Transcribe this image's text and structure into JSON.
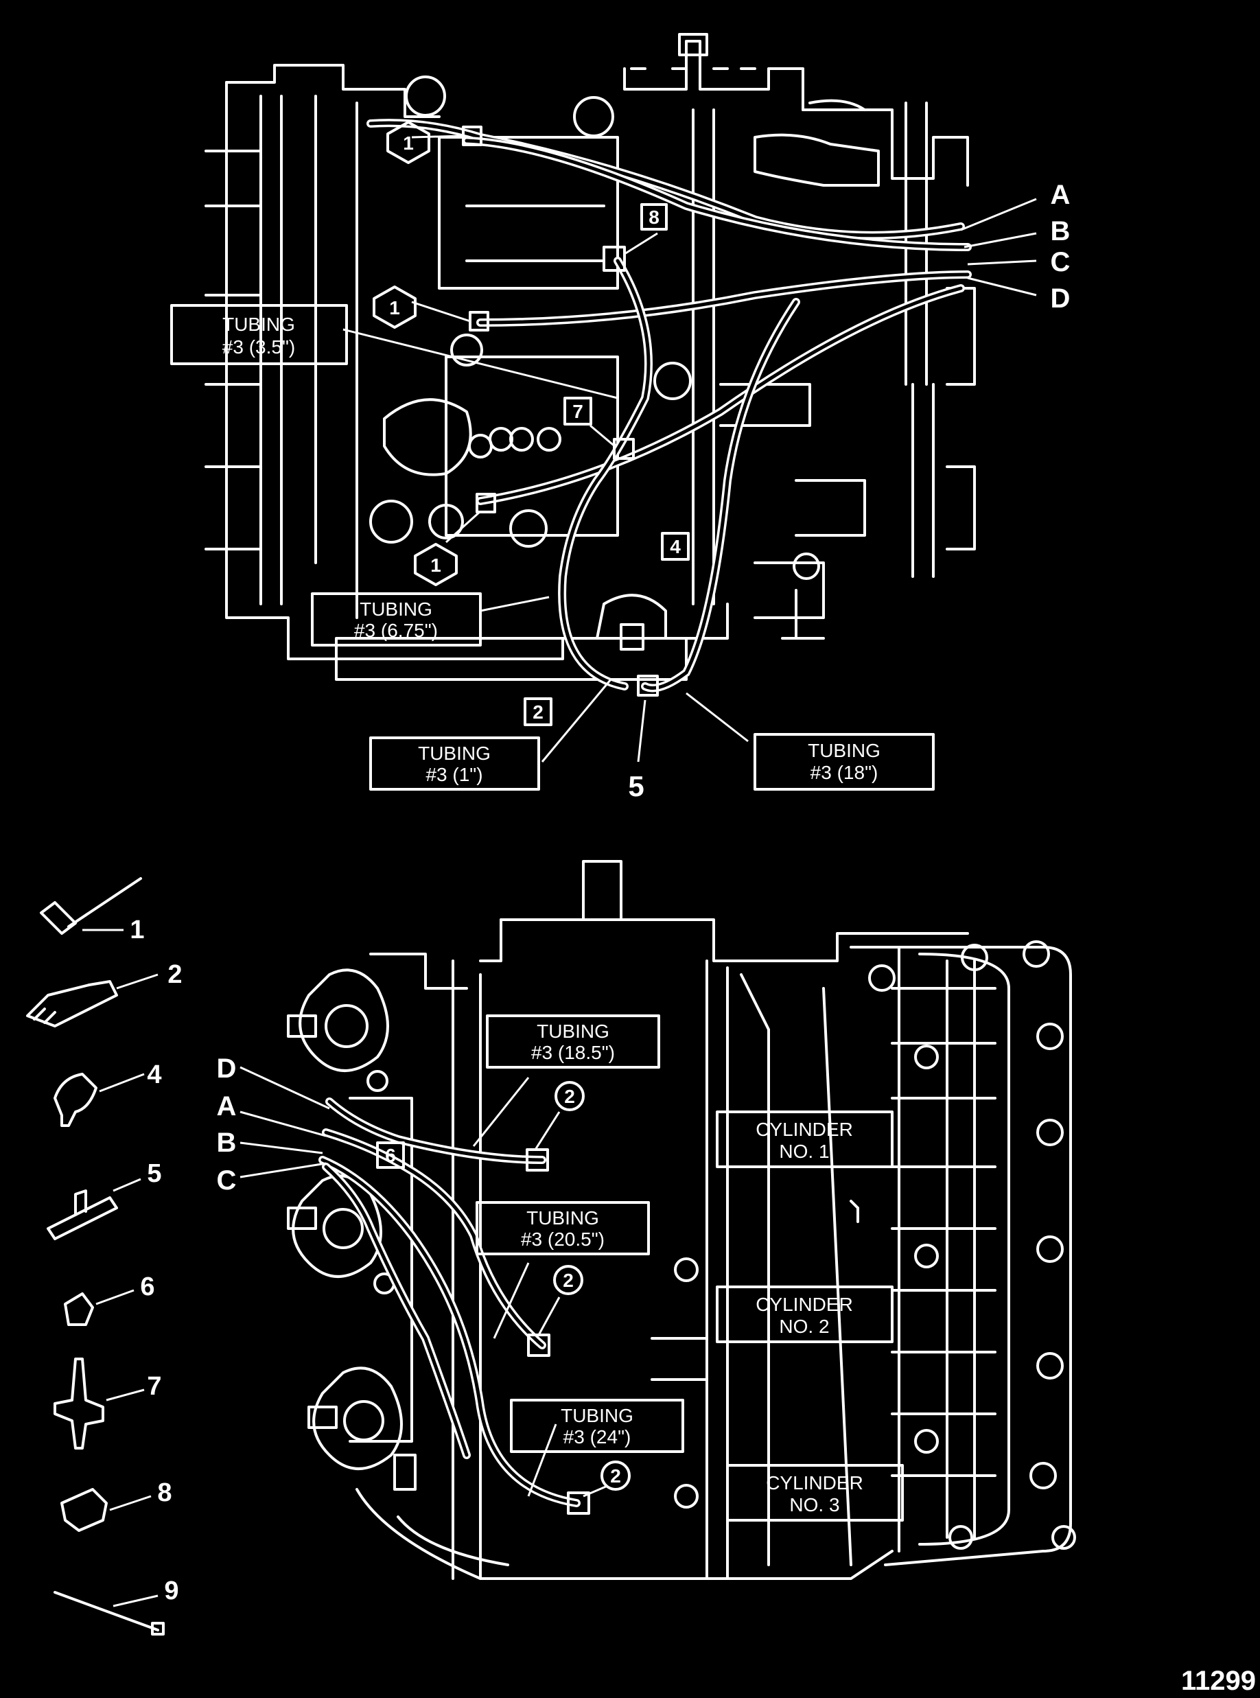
{
  "upper_view": {
    "tubing_labels": [
      {
        "line1": "TUBING",
        "line2": "#3 (3.5\")"
      },
      {
        "line1": "TUBING",
        "line2": "#3 (6.75\")"
      },
      {
        "line1": "TUBING",
        "line2": "#3 (1\")"
      },
      {
        "line1": "TUBING",
        "line2": "#3 (18\")"
      }
    ],
    "callouts": [
      "1",
      "1",
      "1",
      "2",
      "4",
      "5",
      "7",
      "8"
    ],
    "letters": [
      "A",
      "B",
      "C",
      "D"
    ]
  },
  "lower_view": {
    "tubing_labels": [
      {
        "line1": "TUBING",
        "line2": "#3 (18.5\")"
      },
      {
        "line1": "TUBING",
        "line2": "#3 (20.5\")"
      },
      {
        "line1": "TUBING",
        "line2": "#3 (24\")"
      }
    ],
    "cylinder_labels": [
      {
        "line1": "CYLINDER",
        "line2": "NO. 1"
      },
      {
        "line1": "CYLINDER",
        "line2": "NO. 2"
      },
      {
        "line1": "CYLINDER",
        "line2": "NO. 3"
      }
    ],
    "callouts": [
      "2",
      "2",
      "2",
      "6"
    ],
    "letters": [
      "D",
      "A",
      "B",
      "C"
    ]
  },
  "legend": {
    "items": [
      "1",
      "2",
      "4",
      "5",
      "6",
      "7",
      "8",
      "9"
    ]
  },
  "figure_number": "11299"
}
